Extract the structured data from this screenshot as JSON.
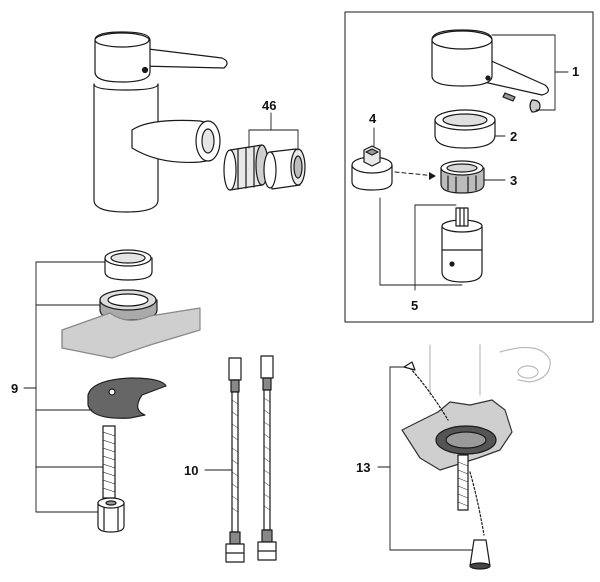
{
  "callouts": {
    "c1": "1",
    "c2": "2",
    "c3": "3",
    "c4": "4",
    "c5": "5",
    "c9": "9",
    "c10": "10",
    "c13": "13",
    "c46": "46"
  },
  "colors": {
    "line": "#1a1a1a",
    "fill": "#ffffff",
    "shade": "#d4d4d4",
    "dark": "#555555",
    "plate": "#cfcfcf"
  }
}
